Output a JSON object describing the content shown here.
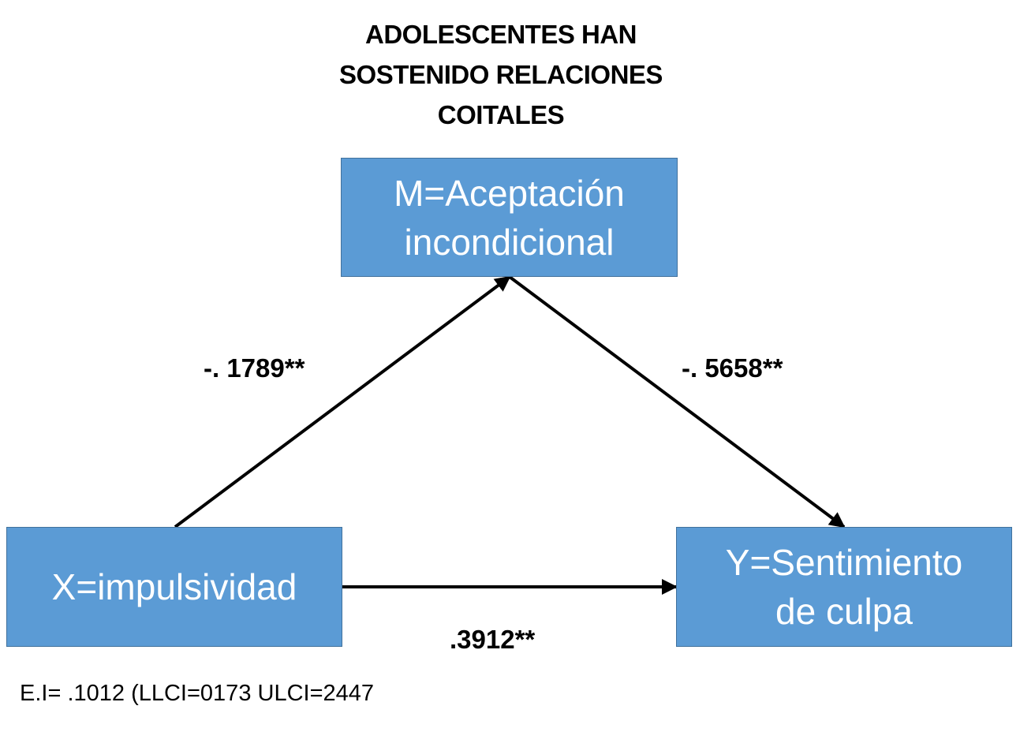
{
  "title": {
    "line1": "ADOLESCENTES HAN",
    "line2": "SOSTENIDO RELACIONES",
    "line3": "COITALES"
  },
  "nodes": {
    "m": {
      "line1": "M=Aceptación",
      "line2": "incondicional"
    },
    "x": {
      "line1": "X=impulsividad"
    },
    "y": {
      "line1": "Y=Sentimiento",
      "line2": "de culpa"
    }
  },
  "paths": {
    "x_to_m": "-. 1789**",
    "m_to_y": "-. 5658**",
    "x_to_y": ".3912**"
  },
  "footnote": "E.I= .1012 (LLCI=0173 ULCI=2447",
  "colors": {
    "box_fill": "#5b9bd5",
    "box_border": "#41719c",
    "box_text": "#ffffff",
    "arrow": "#000000"
  }
}
